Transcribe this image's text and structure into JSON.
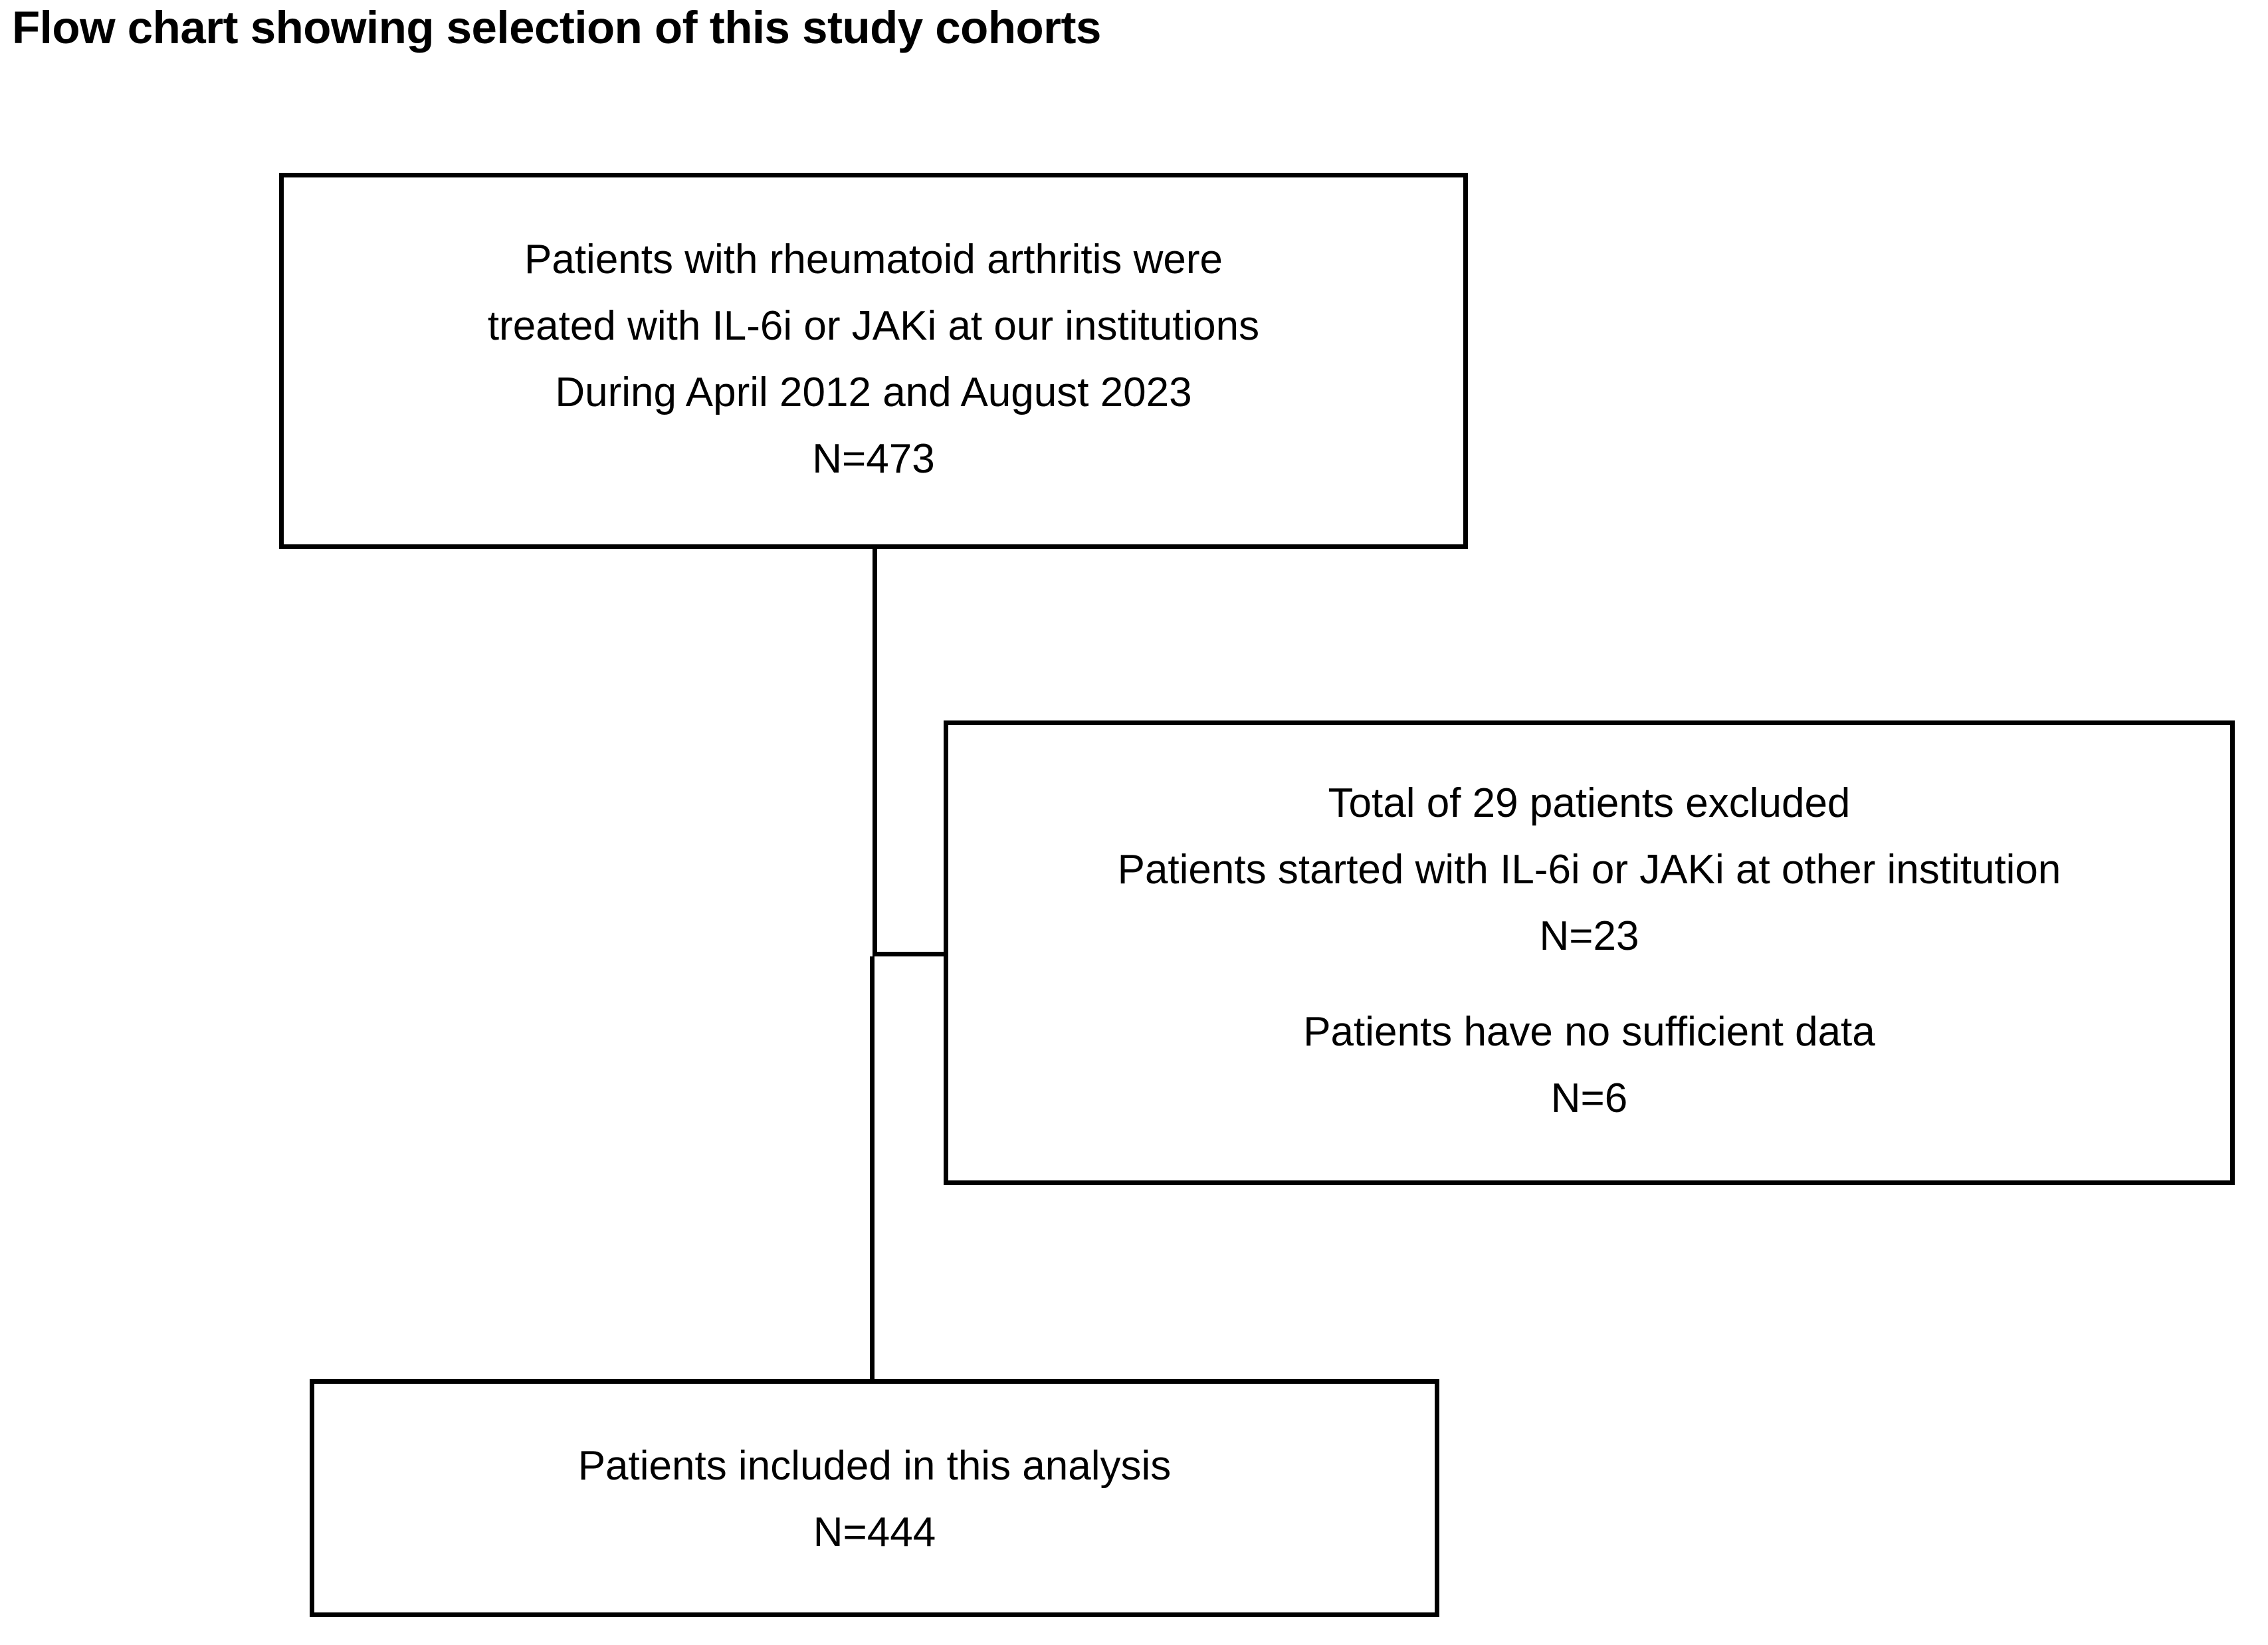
{
  "title": "Flow chart showing selection of this study cohorts",
  "colors": {
    "ink": "#000000",
    "background": "#ffffff"
  },
  "chart_data": {
    "type": "flowchart",
    "title": "Flow chart showing selection of this study cohorts",
    "nodes": [
      {
        "id": "enrolled",
        "role": "source-cohort",
        "lines": [
          "Patients with rheumatoid arthritis were",
          "treated with IL-6i or JAKi at our institutions",
          "During April 2012 and August 2023",
          "N=473"
        ],
        "n": 473
      },
      {
        "id": "excluded",
        "role": "exclusion",
        "lines": [
          "Total of 29 patients excluded",
          "Patients started with IL-6i or JAKi at other institution",
          "N=23",
          "Patients have no sufficient data",
          "N=6"
        ],
        "n": 29,
        "breakdown": [
          {
            "reason": "Patients started with IL-6i or JAKi at other institution",
            "n": 23
          },
          {
            "reason": "Patients have no sufficient data",
            "n": 6
          }
        ]
      },
      {
        "id": "included",
        "role": "analysis-cohort",
        "lines": [
          "Patients included in this analysis",
          "N=444"
        ],
        "n": 444
      }
    ],
    "edges": [
      {
        "from": "enrolled",
        "to": "excluded",
        "kind": "side-branch"
      },
      {
        "from": "enrolled",
        "to": "included",
        "kind": "main"
      }
    ]
  },
  "boxes": {
    "enrolled": {
      "line1": "Patients with rheumatoid arthritis were",
      "line2": "treated with IL-6i or JAKi at our institutions",
      "line3": "During April 2012 and August 2023",
      "line4": "N=473"
    },
    "excluded": {
      "line1": "Total of 29 patients excluded",
      "line2": "Patients started with IL-6i or JAKi at other institution",
      "line3": "N=23",
      "line4": "Patients have no sufficient data",
      "line5": "N=6"
    },
    "included": {
      "line1": "Patients included in this analysis",
      "line2": "N=444"
    }
  }
}
